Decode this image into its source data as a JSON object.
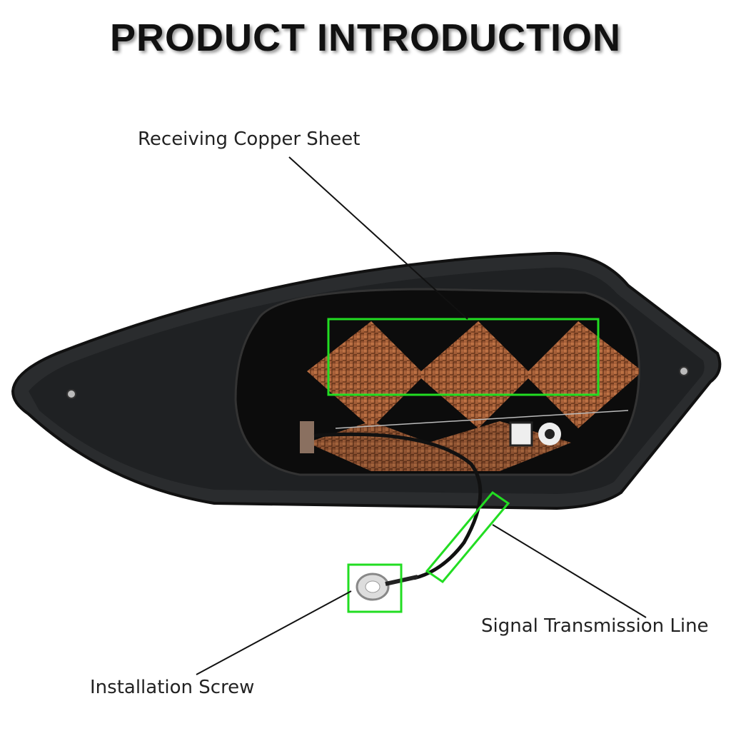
{
  "title": "PRODUCT INTRODUCTION",
  "callouts": {
    "copper_sheet": "Receiving Copper Sheet",
    "signal_line": "Signal Transmission Line",
    "screw": "Installation Screw"
  },
  "colors": {
    "highlight": "#22dd22",
    "body": "#1e2022",
    "copper": "#b0643a"
  }
}
